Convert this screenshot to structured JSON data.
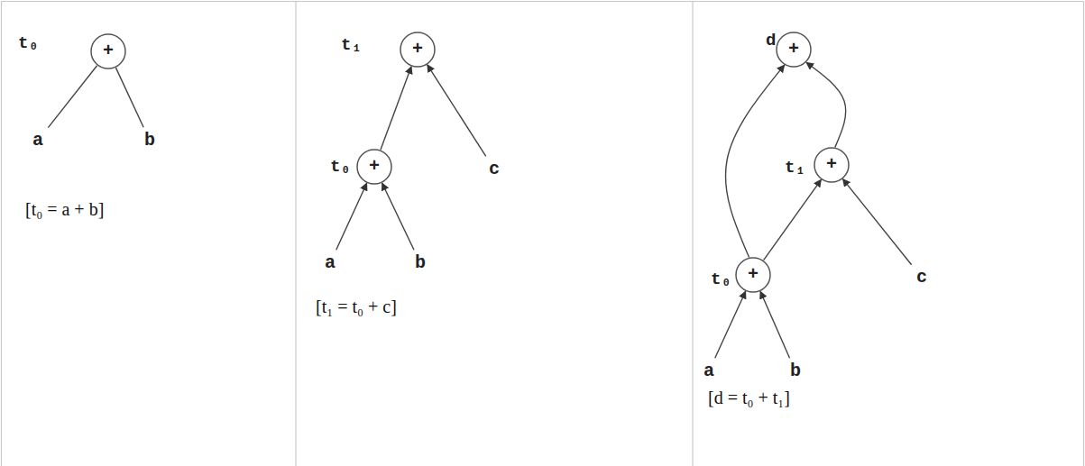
{
  "diagram": {
    "nodes": [
      {
        "text": [
          "+"
        ]
      },
      {
        "text": [
          "a"
        ]
      },
      {
        "text": [
          "b"
        ]
      },
      {
        "text": [
          "+"
        ]
      },
      {
        "text": [
          "+"
        ]
      },
      {
        "text": [
          "c"
        ]
      },
      {
        "text": [
          "a"
        ]
      },
      {
        "text": [
          "b"
        ]
      },
      {
        "text": [
          "+"
        ]
      },
      {
        "text": [
          "+"
        ]
      },
      {
        "text": [
          "+"
        ]
      },
      {
        "text": [
          "c"
        ]
      },
      {
        "text": [
          "a"
        ]
      },
      {
        "text": [
          "b"
        ]
      }
    ],
    "edges": [
      {
        "from": 0,
        "to": 1,
        "arrow": "none"
      },
      {
        "from": 0,
        "to": 2,
        "arrow": "none"
      },
      {
        "from": 6,
        "to": 4,
        "arrow": "to"
      },
      {
        "from": 7,
        "to": 4,
        "arrow": "to"
      },
      {
        "from": 4,
        "to": 3,
        "arrow": "to"
      },
      {
        "from": 5,
        "to": 3,
        "arrow": "to"
      },
      {
        "from": 12,
        "to": 10,
        "arrow": "to"
      },
      {
        "from": 13,
        "to": 10,
        "arrow": "to"
      },
      {
        "from": 10,
        "to": 9,
        "arrow": "to"
      },
      {
        "from": 11,
        "to": 9,
        "arrow": "to"
      },
      {
        "from": 10,
        "to": 8,
        "arrow": "to"
      },
      {
        "from": 9,
        "to": 8,
        "arrow": "to"
      }
    ],
    "labels": [
      "t₀",
      "[t₀ = a + b]",
      "t₁",
      "t₀",
      "[t₁ = t₀ + c]",
      "d",
      "t₁",
      "t₀",
      "[d = t₀ + t₁]"
    ]
  }
}
